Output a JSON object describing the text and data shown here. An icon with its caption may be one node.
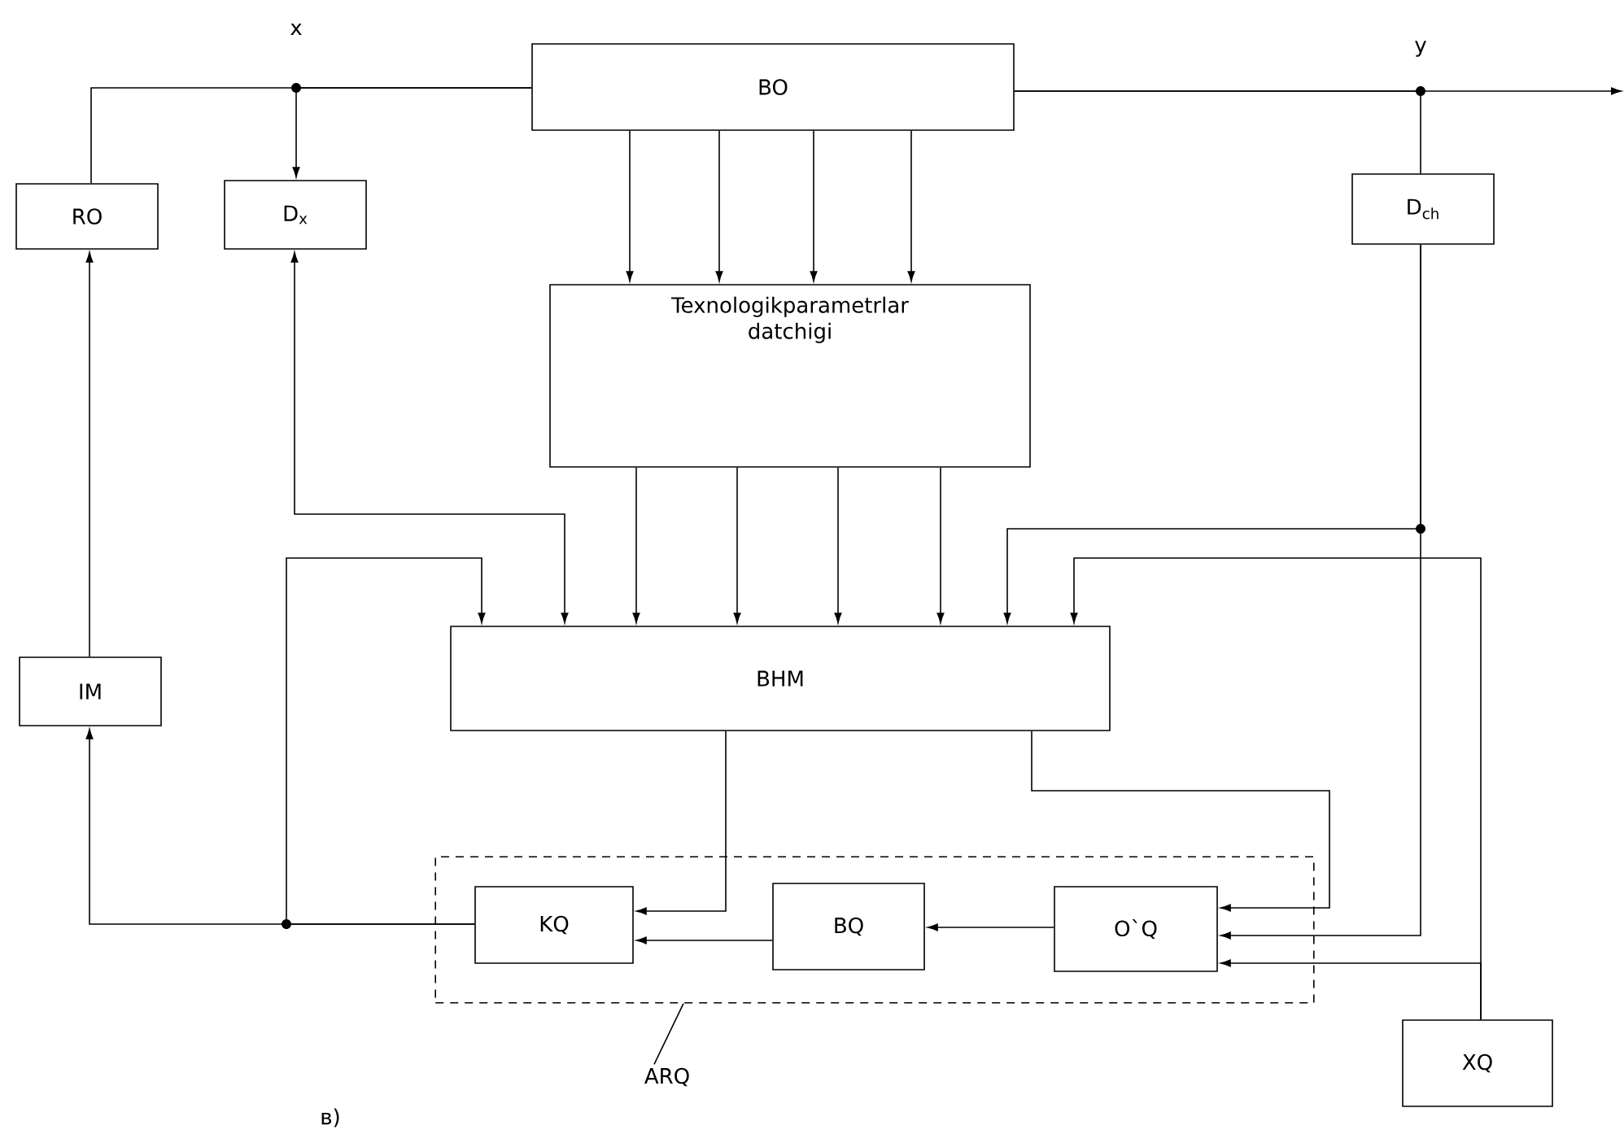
{
  "diagram": {
    "nodes": [
      {
        "text": [
          "BO"
        ]
      },
      {
        "text": [
          "RO"
        ]
      },
      {
        "text": [
          "D$_{x}$"
        ]
      },
      {
        "text": [
          "D$_{ch}$"
        ]
      },
      {
        "text": [
          "Texnologikparametrlar datchigi"
        ]
      },
      {
        "text": [
          "BHM"
        ]
      },
      {
        "text": [
          "IM"
        ]
      },
      {
        "text": [],
        "shape": "box"
      },
      {
        "text": [
          "KQ"
        ],
        "in": 7
      },
      {
        "text": [
          "BQ"
        ],
        "in": 7
      },
      {
        "text": [
          "O`Q"
        ],
        "in": 7
      },
      {
        "text": [
          "XQ"
        ]
      },
      {
        "text": [
          "ARQ"
        ]
      }
    ],
    "edges": [
      {
        "from": 0,
        "to": 1,
        "arrow": "none"
      },
      {
        "from": 0,
        "to": 2,
        "arrow": "to"
      },
      {
        "from": 0,
        "to": null,
        "arrow": "to"
      },
      {
        "from": 0,
        "to": 3,
        "arrow": "none"
      },
      {
        "from": 0,
        "to": 4,
        "arrow": "to"
      },
      {
        "from": 0,
        "to": 4,
        "arrow": "to"
      },
      {
        "from": 0,
        "to": 4,
        "arrow": "to"
      },
      {
        "from": 0,
        "to": 4,
        "arrow": "to"
      },
      {
        "from": 4,
        "to": 5,
        "arrow": "to"
      },
      {
        "from": 4,
        "to": 5,
        "arrow": "to"
      },
      {
        "from": 4,
        "to": 5,
        "arrow": "to"
      },
      {
        "from": 4,
        "to": 5,
        "arrow": "to"
      },
      {
        "from": 2,
        "to": 5,
        "arrow": "both"
      },
      {
        "from": 3,
        "to": 5,
        "arrow": "to"
      },
      {
        "from": 3,
        "to": 10,
        "arrow": "to"
      },
      {
        "from": 11,
        "to": 5,
        "arrow": "to"
      },
      {
        "from": 11,
        "to": 10,
        "arrow": "to"
      },
      {
        "from": 5,
        "to": 8,
        "arrow": "to"
      },
      {
        "from": 5,
        "to": 10,
        "arrow": "to"
      },
      {
        "from": 10,
        "to": 9,
        "arrow": "to"
      },
      {
        "from": 9,
        "to": 8,
        "arrow": "to"
      },
      {
        "from": 8,
        "to": 6,
        "arrow": "to"
      },
      {
        "from": 8,
        "to": 5,
        "arrow": "to"
      },
      {
        "from": 6,
        "to": 1,
        "arrow": "to"
      },
      {
        "from": 12,
        "to": 7,
        "arrow": "none"
      }
    ],
    "labels": [
      "x",
      "y",
      "в)"
    ]
  }
}
